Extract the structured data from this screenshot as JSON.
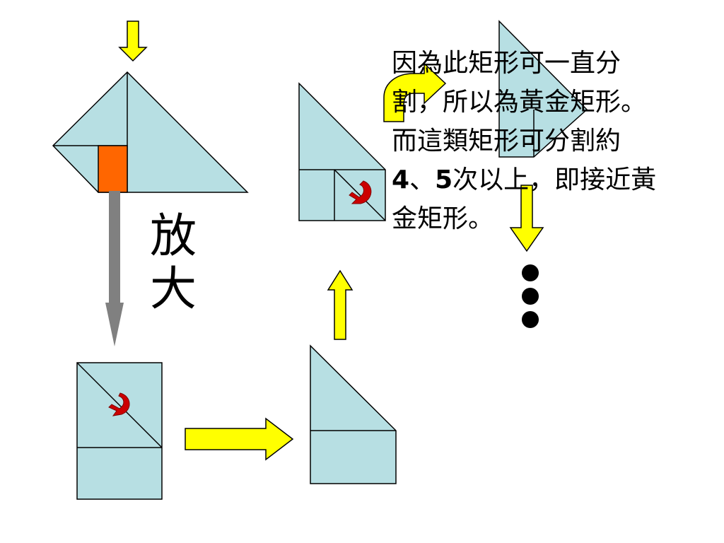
{
  "labels": {
    "enlarge_line1": "放",
    "enlarge_line2": "大"
  },
  "description": {
    "line1": "因為此矩形可一直分",
    "line2": "割，所以為黃金矩形。",
    "line3": "而這類矩形可分割約",
    "line4_num1": "4",
    "line4_sep": "、",
    "line4_num2": "5",
    "line4_rest": "次以上，即接近黃",
    "line5": "金矩形。"
  },
  "colors": {
    "shape_fill": "#b7dfe3",
    "highlight_square": "#ff6600",
    "arrow_yellow": "#ffff00",
    "arrow_gray": "#808080",
    "rotate_arrow": "#cc0000",
    "dots": "#000000"
  }
}
